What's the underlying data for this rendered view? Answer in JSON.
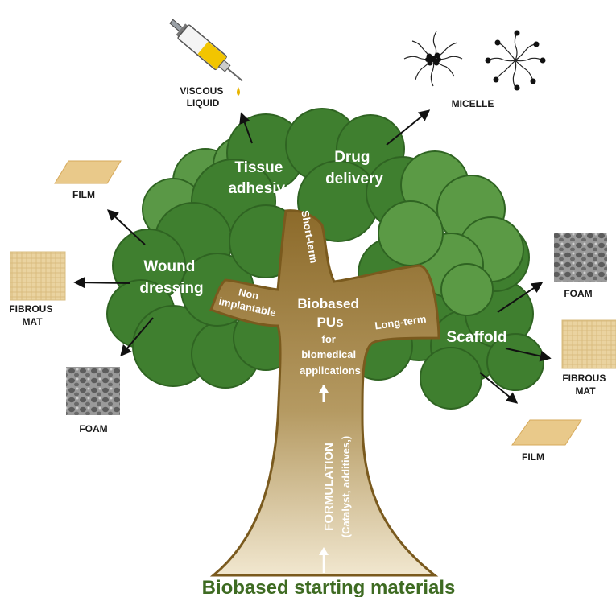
{
  "colors": {
    "foliage": "#3f7f2f",
    "foliage_mid": "#4d8d3a",
    "foliage_light": "#62a04a",
    "foliage_outline": "#2f6422",
    "trunk": "#a78a4e",
    "trunk_light": "#e4d6b2",
    "trunk_edge": "#7a5a1e",
    "bottom_title": "#3e6b22",
    "film": "#e9c98a",
    "fibrous": "#ead3a0",
    "foam": "#8a8a8a"
  },
  "labels": {
    "tissue_adhesive": [
      "Tissue",
      "adhesive"
    ],
    "drug_delivery": [
      "Drug",
      "delivery"
    ],
    "wound_dressing": [
      "Wound",
      "dressing"
    ],
    "scaffold": "Scaffold",
    "short_term": "Short-term",
    "long_term": "Long-term",
    "non_implantable": [
      "Non",
      "implantable"
    ],
    "center_title": [
      "Biobased",
      "PUs"
    ],
    "center_sub": [
      "for",
      "biomedical",
      "applications"
    ],
    "formulation": "FORMULATION",
    "formulation_sub": "(Catalyst, additives,)",
    "bottom_title": "Biobased starting materials",
    "viscous_liquid": [
      "VISCOUS",
      "LIQUID"
    ],
    "micelle": "MICELLE",
    "film_left": "FILM",
    "fibrous_left": [
      "FIBROUS",
      "MAT"
    ],
    "foam_left": "FOAM",
    "foam_right": "FOAM",
    "fibrous_right": [
      "FIBROUS",
      "MAT"
    ],
    "film_right": "FILM"
  },
  "icons": [
    "syringe-icon",
    "micelle-icon",
    "film-icon",
    "fibrous-mat-icon",
    "foam-icon"
  ]
}
